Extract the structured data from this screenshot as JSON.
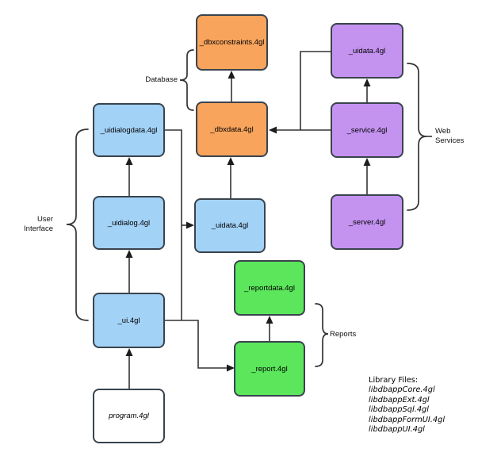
{
  "diagram": {
    "nodes": {
      "dbxconstraints": {
        "label": "_dbxconstraints.4gl",
        "color": "#F8A45C"
      },
      "dbxdata": {
        "label": "_dbxdata.4gl",
        "color": "#F8A45C"
      },
      "uidata_ws": {
        "label": "_uidata.4gl",
        "color": "#C493F0"
      },
      "service": {
        "label": "_service.4gl",
        "color": "#C493F0"
      },
      "server": {
        "label": "_server.4gl",
        "color": "#C493F0"
      },
      "uidialogdata": {
        "label": "_uidialogdata.4gl",
        "color": "#A3D2F7"
      },
      "uidialog": {
        "label": "_uidialog.4gl",
        "color": "#A3D2F7"
      },
      "ui": {
        "label": "_ui.4gl",
        "color": "#A3D2F7"
      },
      "uidata": {
        "label": "_uidata.4gl",
        "color": "#A3D2F7"
      },
      "reportdata": {
        "label": "_reportdata.4gl",
        "color": "#5BE65B"
      },
      "report": {
        "label": "_report.4gl",
        "color": "#5BE65B"
      },
      "program": {
        "label": "program.4gl",
        "color": "#FFFFFF"
      }
    },
    "group_labels": {
      "database": {
        "text": "Database"
      },
      "user_interface": {
        "line1": "User",
        "line2": "Interface"
      },
      "web_services": {
        "line1": "Web",
        "line2": "Services"
      },
      "reports": {
        "text": "Reports"
      }
    },
    "legend": {
      "title": "Library Files:",
      "files": [
        "libdbappCore.4gl",
        "libdbappExt.4gl",
        "libdbappSql.4gl",
        "libdbappFormUI.4gl",
        "libdbappUI.4gl"
      ]
    },
    "colors": {
      "database_module": "#F8A45C",
      "ui_module": "#A3D2F7",
      "web_service_module": "#C493F0",
      "report_module": "#5BE65B",
      "program_module": "#FFFFFF",
      "connector": "#333333"
    }
  }
}
